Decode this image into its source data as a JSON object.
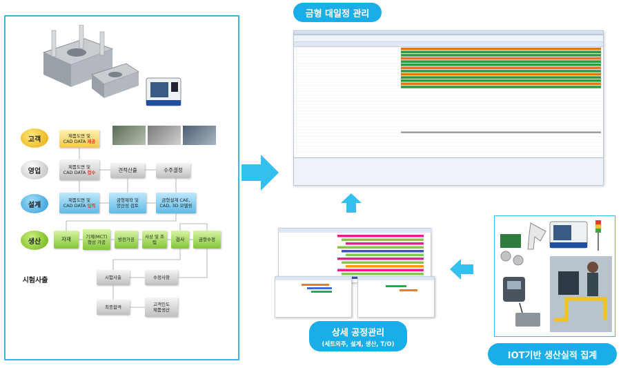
{
  "titles": {
    "mold_management": "금형 대일정 관리",
    "detailed_process": "상세 공정관리",
    "detailed_process_sub": "(세트외주, 설계, 생산, T/O)",
    "iot": "IOT기반 생산실적 집계"
  },
  "roles": {
    "customer": "고객",
    "sales": "영업",
    "design": "설계",
    "production": "생산",
    "trial": "시험사출"
  },
  "flow": {
    "cust_provide_1": "제품도면 및",
    "cust_provide_2": "CAD DATA",
    "cust_provide_hl": "제공",
    "sales_receive_1": "제품도면 및",
    "sales_receive_2": "CAD DATA",
    "sales_receive_hl": "접수",
    "estimate": "견적산출",
    "order": "수주결정",
    "design_input_1": "제품도면 및",
    "design_input_2": "CAD DATA",
    "design_input_hl": "입력",
    "mold_review_1": "금형제작 및",
    "mold_review_2": "양산성 검토",
    "mold_design_1": "금형설계 CAE,",
    "mold_design_2": "CAD, 3D 모델링",
    "material": "자재",
    "machining_1": "기계(MCT)",
    "machining_2": "형상 가공",
    "edm": "방전가공",
    "finishing": "사상 및 조립",
    "inspection": "검사",
    "mold_repair": "금형수정",
    "trial_shot": "시험사출",
    "correction": "수정사항",
    "final_pass": "최종합격",
    "customer_approval_1": "고객인도",
    "customer_approval_2": "제품생산"
  },
  "colors": {
    "accent": "#1aaee8",
    "arrow": "#33c0ee",
    "highlight": "#e23b2e"
  }
}
